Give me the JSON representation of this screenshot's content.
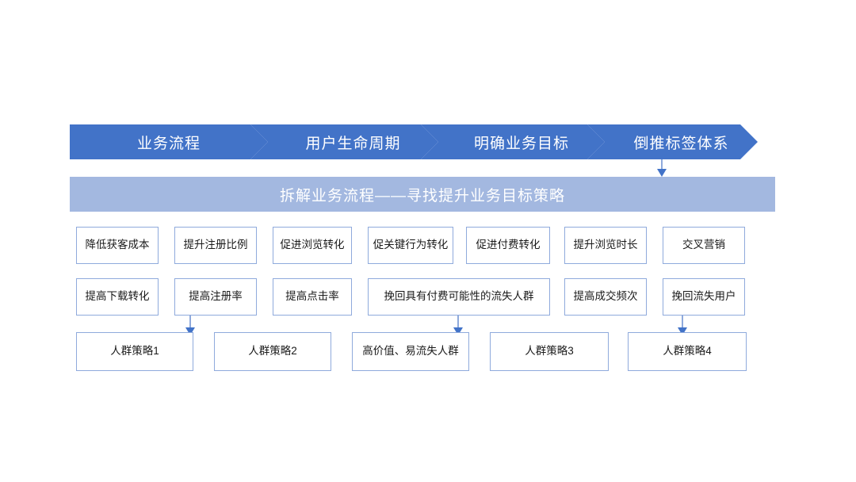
{
  "process_bar": {
    "steps": [
      {
        "label": "业务流程"
      },
      {
        "label": "用户生命周期"
      },
      {
        "label": "明确业务目标"
      },
      {
        "label": "倒推标签体系"
      }
    ],
    "color": "#4273C8",
    "text_color": "#FFFFFF"
  },
  "banner": {
    "label": "拆解业务流程——寻找提升业务目标策略",
    "color": "#A3B8E0",
    "text_color": "#FFFFFF"
  },
  "rows": {
    "row1": [
      {
        "label": "降低获客成本"
      },
      {
        "label": "提升注册比例"
      },
      {
        "label": "促进浏览转化"
      },
      {
        "label": "促关键行为转化"
      },
      {
        "label": "促进付费转化"
      },
      {
        "label": "提升浏览时长"
      },
      {
        "label": "交叉营销"
      }
    ],
    "row2": [
      {
        "label": "提高下载转化"
      },
      {
        "label": "提高注册率"
      },
      {
        "label": "提高点击率"
      },
      {
        "label": "挽回具有付费可能性的流失人群"
      },
      {
        "label": "提高成交频次"
      },
      {
        "label": "挽回流失用户"
      }
    ],
    "row3": [
      {
        "label": "人群策略1"
      },
      {
        "label": "人群策略2"
      },
      {
        "label": "高价值、易流失人群"
      },
      {
        "label": "人群策略3"
      },
      {
        "label": "人群策略4"
      }
    ]
  },
  "box_style": {
    "border_color": "#8FAADC",
    "fill": "#FFFFFF",
    "text_color": "#1A1A1A"
  },
  "connectors": {
    "arrow_color": "#8FAADC",
    "head_color": "#4273C8",
    "count": 4
  }
}
